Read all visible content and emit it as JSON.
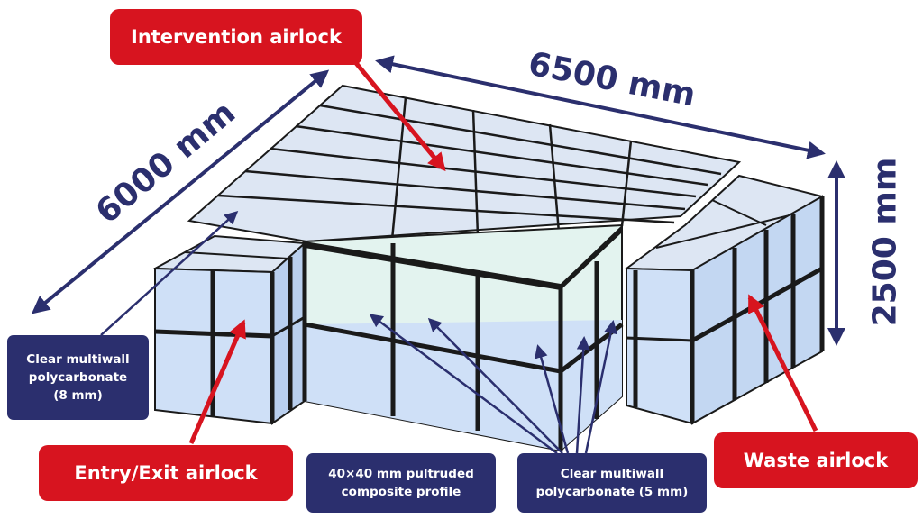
{
  "labels": {
    "intervention_airlock": "Intervention airlock",
    "entry_exit_airlock": "Entry/Exit airlock",
    "waste_airlock": "Waste airlock",
    "pc8_line1": "Clear multiwall",
    "pc8_line2": "polycarbonate",
    "pc8_line3": "(8 mm)",
    "profile_line1": "40×40 mm pultruded",
    "profile_line2": "composite profile",
    "pc5_line1": "Clear multiwall",
    "pc5_line2": "polycarbonate (5 mm)"
  },
  "dimensions": {
    "width": "6500 mm",
    "depth": "6000 mm",
    "height": "2500 mm"
  },
  "colors": {
    "callout_red": "#d7141f",
    "callout_navy": "#2b2f6e",
    "panel_blue": "#cfe0f7",
    "panel_light": "#e3f3ef",
    "roof": "#dde6f3",
    "frame": "#1a1a1a"
  }
}
